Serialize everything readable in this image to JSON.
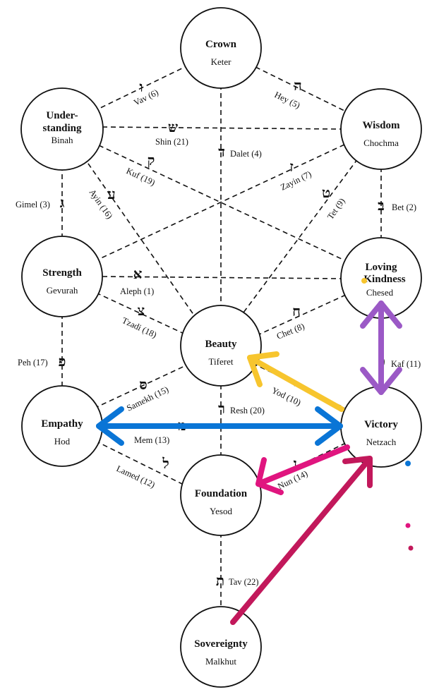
{
  "nodes": {
    "crown": {
      "title": "Crown",
      "subtitle": "Keter"
    },
    "understanding": {
      "title_line1": "Under-",
      "title_line2": "standing",
      "subtitle": "Binah"
    },
    "wisdom": {
      "title": "Wisdom",
      "subtitle": "Chochma"
    },
    "strength": {
      "title": "Strength",
      "subtitle": "Gevurah"
    },
    "loving_kindness": {
      "title_line1": "Loving",
      "title_line2": "Kindness",
      "subtitle": "Chesed"
    },
    "beauty": {
      "title": "Beauty",
      "subtitle": "Tiferet"
    },
    "empathy": {
      "title": "Empathy",
      "subtitle": "Hod"
    },
    "victory": {
      "title": "Victory",
      "subtitle": "Netzach"
    },
    "foundation": {
      "title": "Foundation",
      "subtitle": "Yesod"
    },
    "sovereignty": {
      "title": "Sovereignty",
      "subtitle": "Malkhut"
    }
  },
  "paths": {
    "vav": {
      "label": "Vav (6)",
      "letter": "ו"
    },
    "hey": {
      "label": "Hey (5)",
      "letter": "ה"
    },
    "shin": {
      "label": "Shin (21)",
      "letter": "ש"
    },
    "dalet": {
      "label": "Dalet (4)",
      "letter": "ד"
    },
    "kuf": {
      "label": "Kuf (19)",
      "letter": "ק"
    },
    "zayin": {
      "label": "Zayin (7)",
      "letter": "ז"
    },
    "gimel": {
      "label": "Gimel (3)",
      "letter": "ג"
    },
    "ayin": {
      "label": "Ayin (16)",
      "letter": "ע"
    },
    "tet": {
      "label": "Tet (9)",
      "letter": "ט"
    },
    "bet": {
      "label": "Bet (2)",
      "letter": "ב"
    },
    "aleph": {
      "label": "Aleph (1)",
      "letter": "א"
    },
    "tzadi": {
      "label": "Tzadi (18)",
      "letter": "צ"
    },
    "chet": {
      "label": "Chet (8)",
      "letter": "ח"
    },
    "peh": {
      "label": "Peh (17)",
      "letter": "פ"
    },
    "kaf": {
      "label": "Kaf (11)",
      "letter": "כ"
    },
    "samekh": {
      "label": "Samekh (15)",
      "letter": "ס"
    },
    "yod": {
      "label": "Yod (10)",
      "letter": "י"
    },
    "resh": {
      "label": "Resh (20)",
      "letter": "ר"
    },
    "mem": {
      "label": "Mem (13)",
      "letter": "מ"
    },
    "lamed": {
      "label": "Lamed (12)",
      "letter": "ל"
    },
    "nun": {
      "label": "Nun (14)",
      "letter": "נ"
    },
    "tav": {
      "label": "Tav (22)",
      "letter": "ת"
    }
  },
  "annotation_colors": {
    "blue": "#0a75d6",
    "purple": "#9b59c6",
    "yellow": "#f7c52e",
    "magenta_light": "#e0157f",
    "magenta_dark": "#c2185b",
    "pink": "#d6336c"
  }
}
